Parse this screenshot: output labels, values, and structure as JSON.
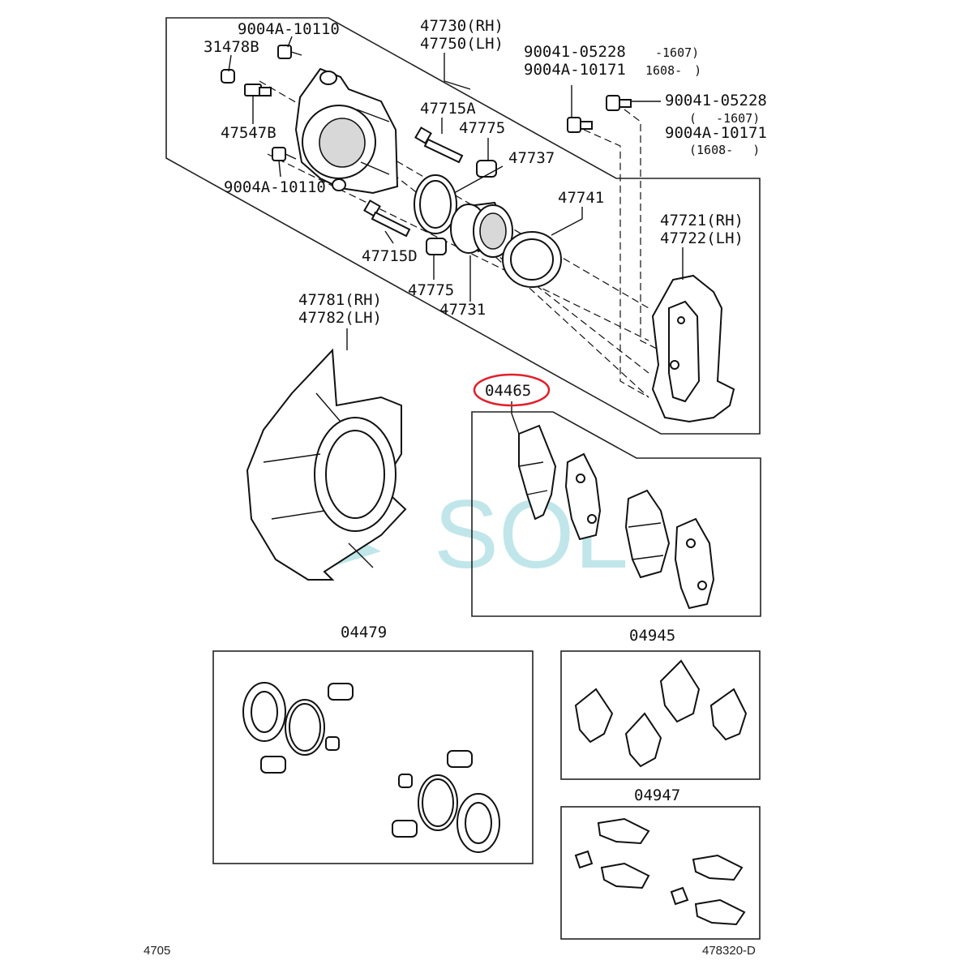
{
  "labels": {
    "bolt_upper": "9004A-10110",
    "bleeder_cap": "31478B",
    "caliper_rh": "47730(RH)",
    "caliper_lh": "47750(LH)",
    "mount_bolt_a_1": "90041-05228",
    "mount_bolt_a_1_range": "-1607)",
    "mount_bolt_a_2": "9004A-10171",
    "mount_bolt_a_2_range": "1608-　)",
    "mount_bolt_b_1": "90041-05228",
    "mount_bolt_b_1_range": "(　 -1607)",
    "mount_bolt_b_2": "9004A-10171",
    "mount_bolt_b_2_range": "(1608- 　)",
    "bleeder_plug": "47547B",
    "slide_pin_a": "47715A",
    "boot_upper": "47775",
    "piston_seal": "47737",
    "piston_boot": "47741",
    "bolt_lower": "9004A-10110",
    "mounting_rh": "47721(RH)",
    "mounting_lh": "47722(LH)",
    "slide_pin_d": "47715D",
    "boot_lower": "47775",
    "piston": "47731",
    "dust_cover_rh": "47781(RH)",
    "dust_cover_lh": "47782(LH)",
    "pad_kit": "04465",
    "seal_kit": "04479",
    "shim_kit": "04945",
    "pad_support_kit": "04947"
  },
  "watermark": "SOL",
  "footer": {
    "left": "4705",
    "right": "478320-D"
  },
  "colors": {
    "highlight": "#e0202a",
    "watermark": "#4db8c6"
  }
}
